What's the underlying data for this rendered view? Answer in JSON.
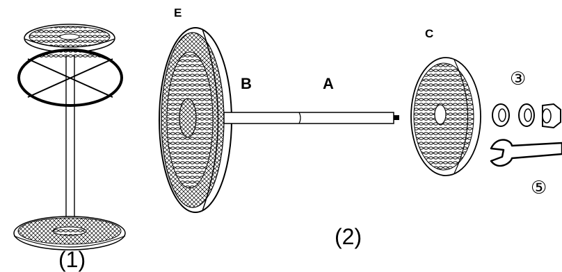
{
  "labels": {
    "E": "E",
    "B": "B",
    "A": "A",
    "C": "C",
    "item3": "③",
    "item5": "⑤"
  },
  "captions": {
    "fig1": "(1)",
    "fig2": "(2)"
  },
  "colors": {
    "ink": "#000000",
    "paper": "#ffffff",
    "shade": "#d9d9d9"
  }
}
